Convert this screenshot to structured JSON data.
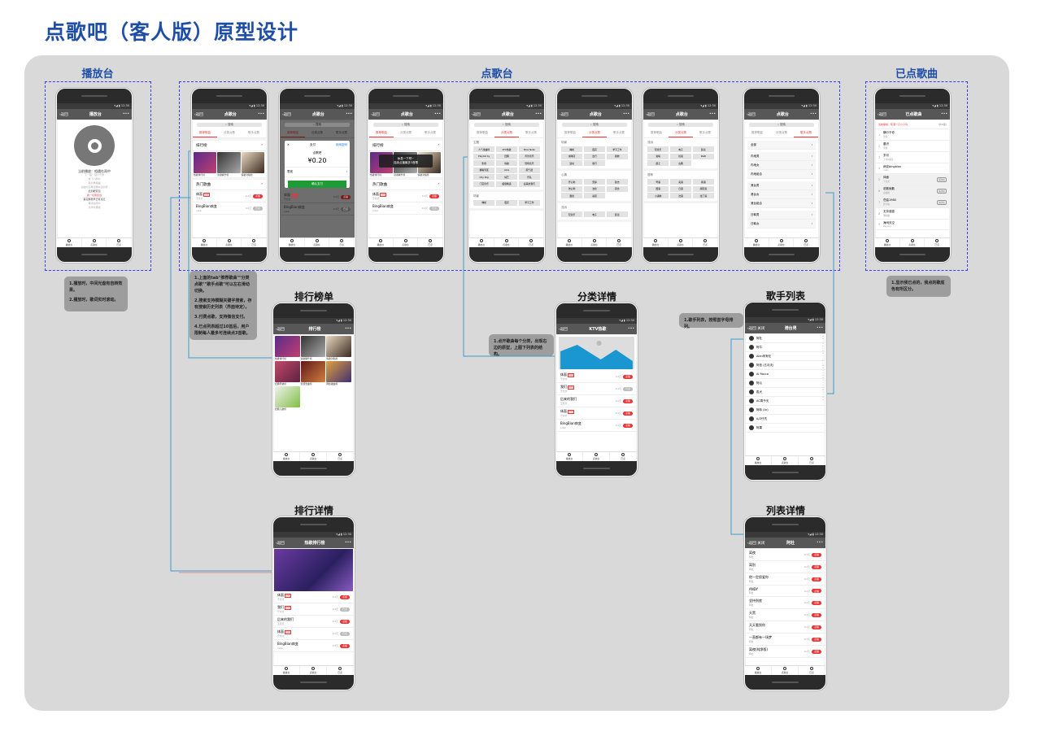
{
  "title": "点歌吧（客人版）原型设计",
  "groups": [
    {
      "label": "播放台"
    },
    {
      "label": "点歌台"
    },
    {
      "label": "已点歌曲"
    }
  ],
  "screen_labels": {
    "rank_list": "排行榜单",
    "rank_detail": "排行详情",
    "category_detail": "分类详情",
    "singer_list": "歌手列表",
    "list_detail": "列表详情"
  },
  "notes": {
    "player": [
      "1.播放时，中间光盘有自转效果。",
      "2.播放时，歌词实时滚动。"
    ],
    "song_desk": [
      "1.上面的tab\"推荐歌曲\"\"分类点歌\"\"歌手点歌\"可以左右滑动切换。",
      "2.搜索支持模糊关键字搜索，存有搜索历史列表（界面待定）。",
      "3.付费点歌，支持微信支付。",
      "4.已点列表超过10首后，用户限制每人最多可连续点3首歌。"
    ],
    "queued": [
      "1.显示我已点的，我点的歌底色有所区分。"
    ],
    "category": [
      "1.点开歌曲每个分类，出现右边的原型，上图下列表的结构。"
    ],
    "singer": [
      "1.歌手列表，按照首字母排列。"
    ]
  },
  "common": {
    "back": "返回",
    "close": "关闭",
    "more": "•••",
    "time": "▾◢ ▮ 12:30",
    "search": "⌕ 搜索",
    "tabs": [
      "推荐歌曲",
      "分类点歌",
      "歌手点歌"
    ],
    "tabbar": [
      "播放台",
      "点歌台",
      "已点"
    ],
    "rank": "排行榜",
    "hot": "热门歌曲",
    "chevron": "›",
    "covers": [
      "热歌排行榜",
      "新歌飙升榜",
      "情歌对唱榜"
    ]
  },
  "colors": {
    "accent": "#e33333",
    "title": "#1f4ea6",
    "link": "#3a9ad0",
    "pay": "#1e9a37"
  },
  "songs": [
    {
      "name": "体面",
      "tag": "原唱",
      "artist": "于文文",
      "price": "0.2元",
      "btn": "点播",
      "off": false
    },
    {
      "name": "BingBian病变",
      "tag": "",
      "artist": "rubin",
      "price": "0.2元",
      "btn": "已点",
      "off": true
    }
  ],
  "category_songs": [
    {
      "name": "体面",
      "tag": "原唱",
      "artist": "于文文",
      "price": "0.2元",
      "btn": "点播",
      "off": false
    },
    {
      "name": "我们",
      "tag": "原唱",
      "artist": "于文文",
      "price": "0.2元",
      "btn": "已点",
      "off": true
    },
    {
      "name": "后来的我们",
      "tag": "",
      "artist": "五月天",
      "price": "0.2元",
      "btn": "点播",
      "off": false
    },
    {
      "name": "体面",
      "tag": "原唱",
      "artist": "于文文",
      "price": "0.2元",
      "btn": "点播",
      "off": false
    },
    {
      "name": "BingBian病变",
      "tag": "",
      "artist": "rubin",
      "price": "0.2元",
      "btn": "点播",
      "off": false
    }
  ],
  "rank_detail_songs": [
    {
      "name": "体面",
      "tag": "原唱",
      "artist": "于文文",
      "price": "0.2元",
      "btn": "点播",
      "off": false
    },
    {
      "name": "我们",
      "tag": "原唱",
      "artist": "于文文",
      "price": "0.2元",
      "btn": "已点",
      "off": true
    },
    {
      "name": "后来的我们",
      "tag": "",
      "artist": "五月天",
      "price": "0.2元",
      "btn": "点播",
      "off": false
    },
    {
      "name": "体面",
      "tag": "原唱",
      "artist": "于文文",
      "price": "0.2元",
      "btn": "已点",
      "off": true
    },
    {
      "name": "BingBian病变",
      "tag": "",
      "artist": "rubin",
      "price": "0.2元",
      "btn": "点播",
      "off": false
    }
  ],
  "player": {
    "title": "播放台",
    "current": "当前播放：相遇在雨中",
    "next": "下一首：慢行于你",
    "lyrics": [
      "放飞小雨中",
      "思念再相遇",
      "在脑内又再经典似过的梦",
      "此刻眼带泪",
      "我一切我永远",
      "其实那赛早已有点红",
      "再感在雨中",
      "清风吹拂我"
    ],
    "highlight": 4
  },
  "desk": {
    "title": "点歌台",
    "pay": {
      "title": "支付",
      "password": "使用密码",
      "merchant": "点歌吧",
      "amount": "¥0.20",
      "method": "零钱",
      "confirm": "确认支付",
      "close": "✕"
    },
    "toast": [
      "休息一下吧~",
      "连续点播最多3首歌"
    ]
  },
  "category_tabs": [
    [
      {
        "label": "主题",
        "items": [
          "人气金曲榜",
          "KTV热歌",
          "Blue Note",
          "Playlist by",
          "经典",
          "背景音乐",
          "影视",
          "情歌",
          "现场音乐",
          "翻唱专区",
          "ACG",
          "跑气迷",
          "City Pop",
          "综艺",
          "乐队",
          "门店音乐",
          "超级精选",
          "后来的我们"
        ]
      },
      {
        "label": "场景",
        "items": [
          "睡前",
          "夜店",
          "学习工作"
        ]
      }
    ],
    [
      {
        "label": "场景",
        "items": [
          "睡前",
          "夜店",
          "学习工作",
          "咖啡店",
          "出行",
          "跳舞",
          "运动",
          "旅行"
        ]
      },
      {
        "label": "心情",
        "items": [
          "开心哟",
          "安静",
          "励志",
          "伤心哟",
          "治愈",
          "思念",
          "甜蜜",
          "寂寞"
        ]
      },
      {
        "label": "流派",
        "items": [
          "轻音乐",
          "电子",
          "民谣"
        ]
      }
    ],
    [
      {
        "label": "流派",
        "items": [
          "轻音乐",
          "电子",
          "民谣",
          "说唱",
          "摇滚",
          "R&B",
          "爵士",
          "古典"
        ]
      },
      {
        "label": "语种",
        "items": [
          "粤语",
          "英语",
          "韩语",
          "国语",
          "日语",
          "闽南语",
          "小语种",
          "法语",
          "拉丁语"
        ]
      }
    ]
  ],
  "singer_groups": [
    [
      "全部"
    ],
    [
      "内地男",
      "内地女",
      "内地组合"
    ],
    [
      "港台男",
      "港台女",
      "港台组合"
    ],
    [
      "日韩男",
      "日韩女"
    ]
  ],
  "queued": {
    "title": "已点歌曲",
    "current": "当前播放：陈港一只小小鸟",
    "count": "(共9首)",
    "items": [
      {
        "name": "横行于你",
        "artist": "曾轶",
        "mine": false
      },
      {
        "name": "晨识",
        "artist": "曾轶",
        "mine": false
      },
      {
        "name": "岁月",
        "artist": "王菲&那英",
        "mine": false
      },
      {
        "name": "病变bingbian",
        "artist": "rubin",
        "mine": false
      },
      {
        "name": "体面",
        "artist": "于文文",
        "mine": true,
        "btn": "取消点"
      },
      {
        "name": "说散就散",
        "artist": "袁娅维",
        "mine": true,
        "btn": "取消点"
      },
      {
        "name": "岳曲1980",
        "artist": "罗大佑",
        "mine": true,
        "btn": "取消点"
      },
      {
        "name": "无奈感激",
        "artist": "谭咏麟",
        "mine": false
      },
      {
        "name": "海阔天空",
        "artist": "Beyond",
        "mine": false
      }
    ]
  },
  "rank_list": {
    "title": "排行榜",
    "covers": [
      "热歌排行榜",
      "新歌飙升榜",
      "情歌对唱榜",
      "经典老歌榜",
      "影视金曲榜",
      "网络歌曲榜",
      "经典儿歌榜"
    ]
  },
  "rank_detail": {
    "title": "热歌排行榜"
  },
  "category_detail": {
    "title": "KTV热歌"
  },
  "singer_list": {
    "title": "港台男",
    "singers": [
      "阿杜",
      "阿牛",
      "Alan柯有伦",
      "阿信 (五月天)",
      "Al Rocco",
      "阿沁",
      "胜犬",
      "AC周予天",
      "阿咏 (Ar)",
      "A/Z仔杰",
      "阿果"
    ],
    "index": "A B C D E F G H I J K L M N O P Q R S T U V W X Y Z #"
  },
  "list_detail": {
    "title": "阿杜",
    "songs": [
      {
        "name": "离夜",
        "artist": "阿杜"
      },
      {
        "name": "离别",
        "artist": "阿杜"
      },
      {
        "name": "他一定很爱你",
        "artist": "阿杜"
      },
      {
        "name": "ANDY",
        "artist": "阿杜"
      },
      {
        "name": "坚持到底",
        "artist": "阿杜"
      },
      {
        "name": "天黑",
        "artist": "阿杜"
      },
      {
        "name": "天天看到你",
        "artist": "阿杜"
      },
      {
        "name": "一直都有一场梦",
        "artist": "阿杜"
      },
      {
        "name": "离夜(纯净版)",
        "artist": "阿杜"
      }
    ],
    "price": "0.2元",
    "btn": "点播"
  }
}
